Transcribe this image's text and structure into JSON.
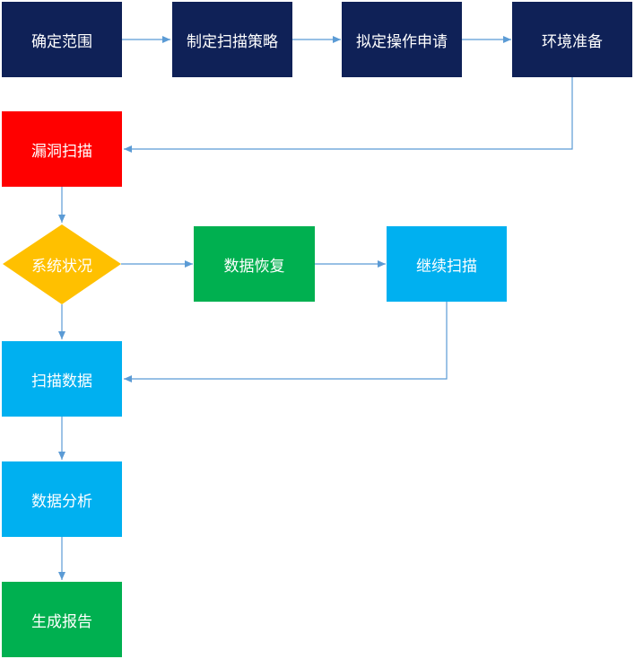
{
  "nodes": {
    "confirm_scope": "确定范围",
    "scan_strategy": "制定扫描策略",
    "operation_request": "拟定操作申请",
    "env_prep": "环境准备",
    "vuln_scan": "漏洞扫描",
    "system_status": "系统状况",
    "data_recovery": "数据恢复",
    "continue_scan": "继续扫描",
    "scan_data": "扫描数据",
    "data_analysis": "数据分析",
    "generate_report": "生成报告"
  },
  "colors": {
    "navy": "#0f2157",
    "red": "#ff0000",
    "yellow": "#ffc000",
    "green": "#00b050",
    "blue": "#00b0f0",
    "arrow": "#5b9bd5"
  }
}
